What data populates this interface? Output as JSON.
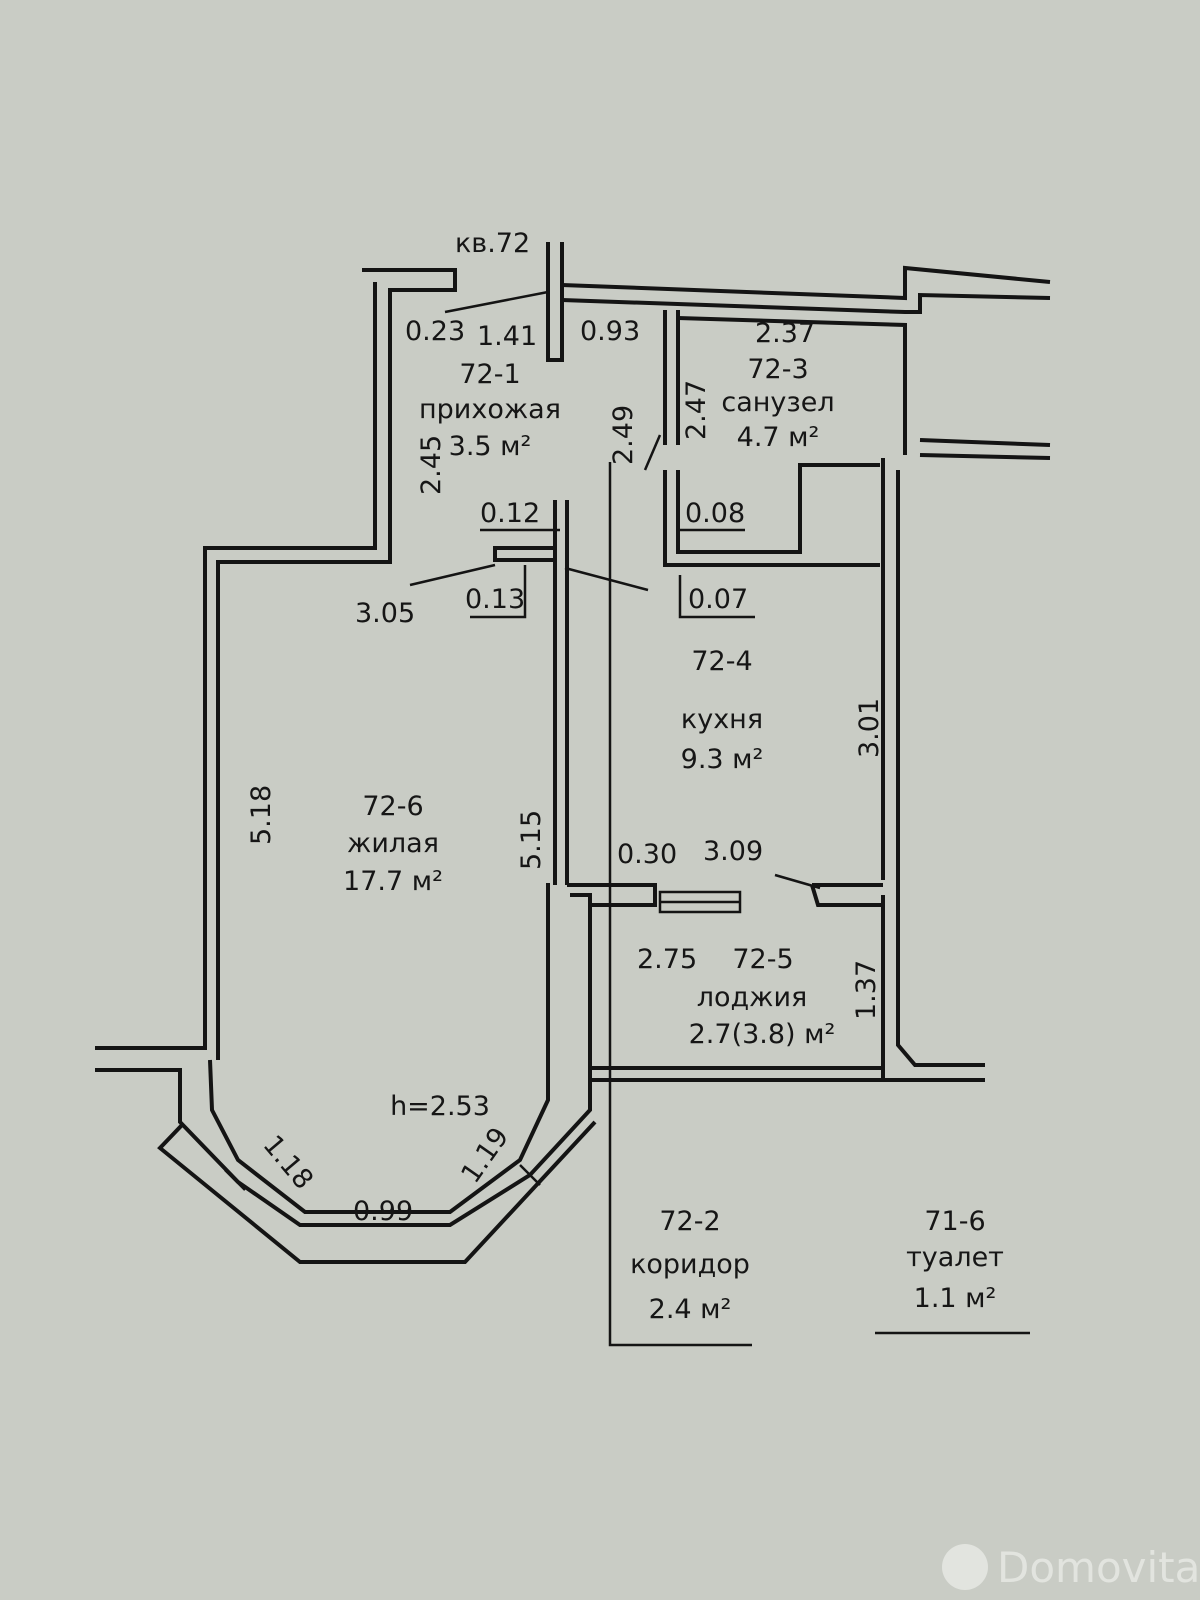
{
  "apartment_label": "кв.72",
  "ceiling_height": "h=2.53",
  "rooms": [
    {
      "id": "72-1",
      "name": "прихожая",
      "area": "3.5 м²"
    },
    {
      "id": "72-3",
      "name": "санузел",
      "area": "4.7 м²"
    },
    {
      "id": "72-4",
      "name": "кухня",
      "area": "9.3 м²"
    },
    {
      "id": "72-6",
      "name": "жилая",
      "area": "17.7 м²"
    },
    {
      "id": "72-5",
      "name": "лоджия",
      "area": "2.7(3.8) м²"
    },
    {
      "id": "72-2",
      "name": "коридор",
      "area": "2.4 м²"
    },
    {
      "id": "71-6",
      "name": "туалет",
      "area": "1.1 м²"
    }
  ],
  "dimensions": {
    "d023": "0.23",
    "d141": "1.41",
    "d093": "0.93",
    "d237": "2.37",
    "d249": "2.49",
    "d247": "2.47",
    "d245": "2.45",
    "d012": "0.12",
    "d008": "0.08",
    "d305": "3.05",
    "d013": "0.13",
    "d007": "0.07",
    "d301": "3.01",
    "d518": "5.18",
    "d515": "5.15",
    "d030": "0.30",
    "d309": "3.09",
    "d275": "2.75",
    "d137": "1.37",
    "d118": "1.18",
    "d099": "0.99",
    "d119": "1.19"
  },
  "watermark": "Domovita"
}
